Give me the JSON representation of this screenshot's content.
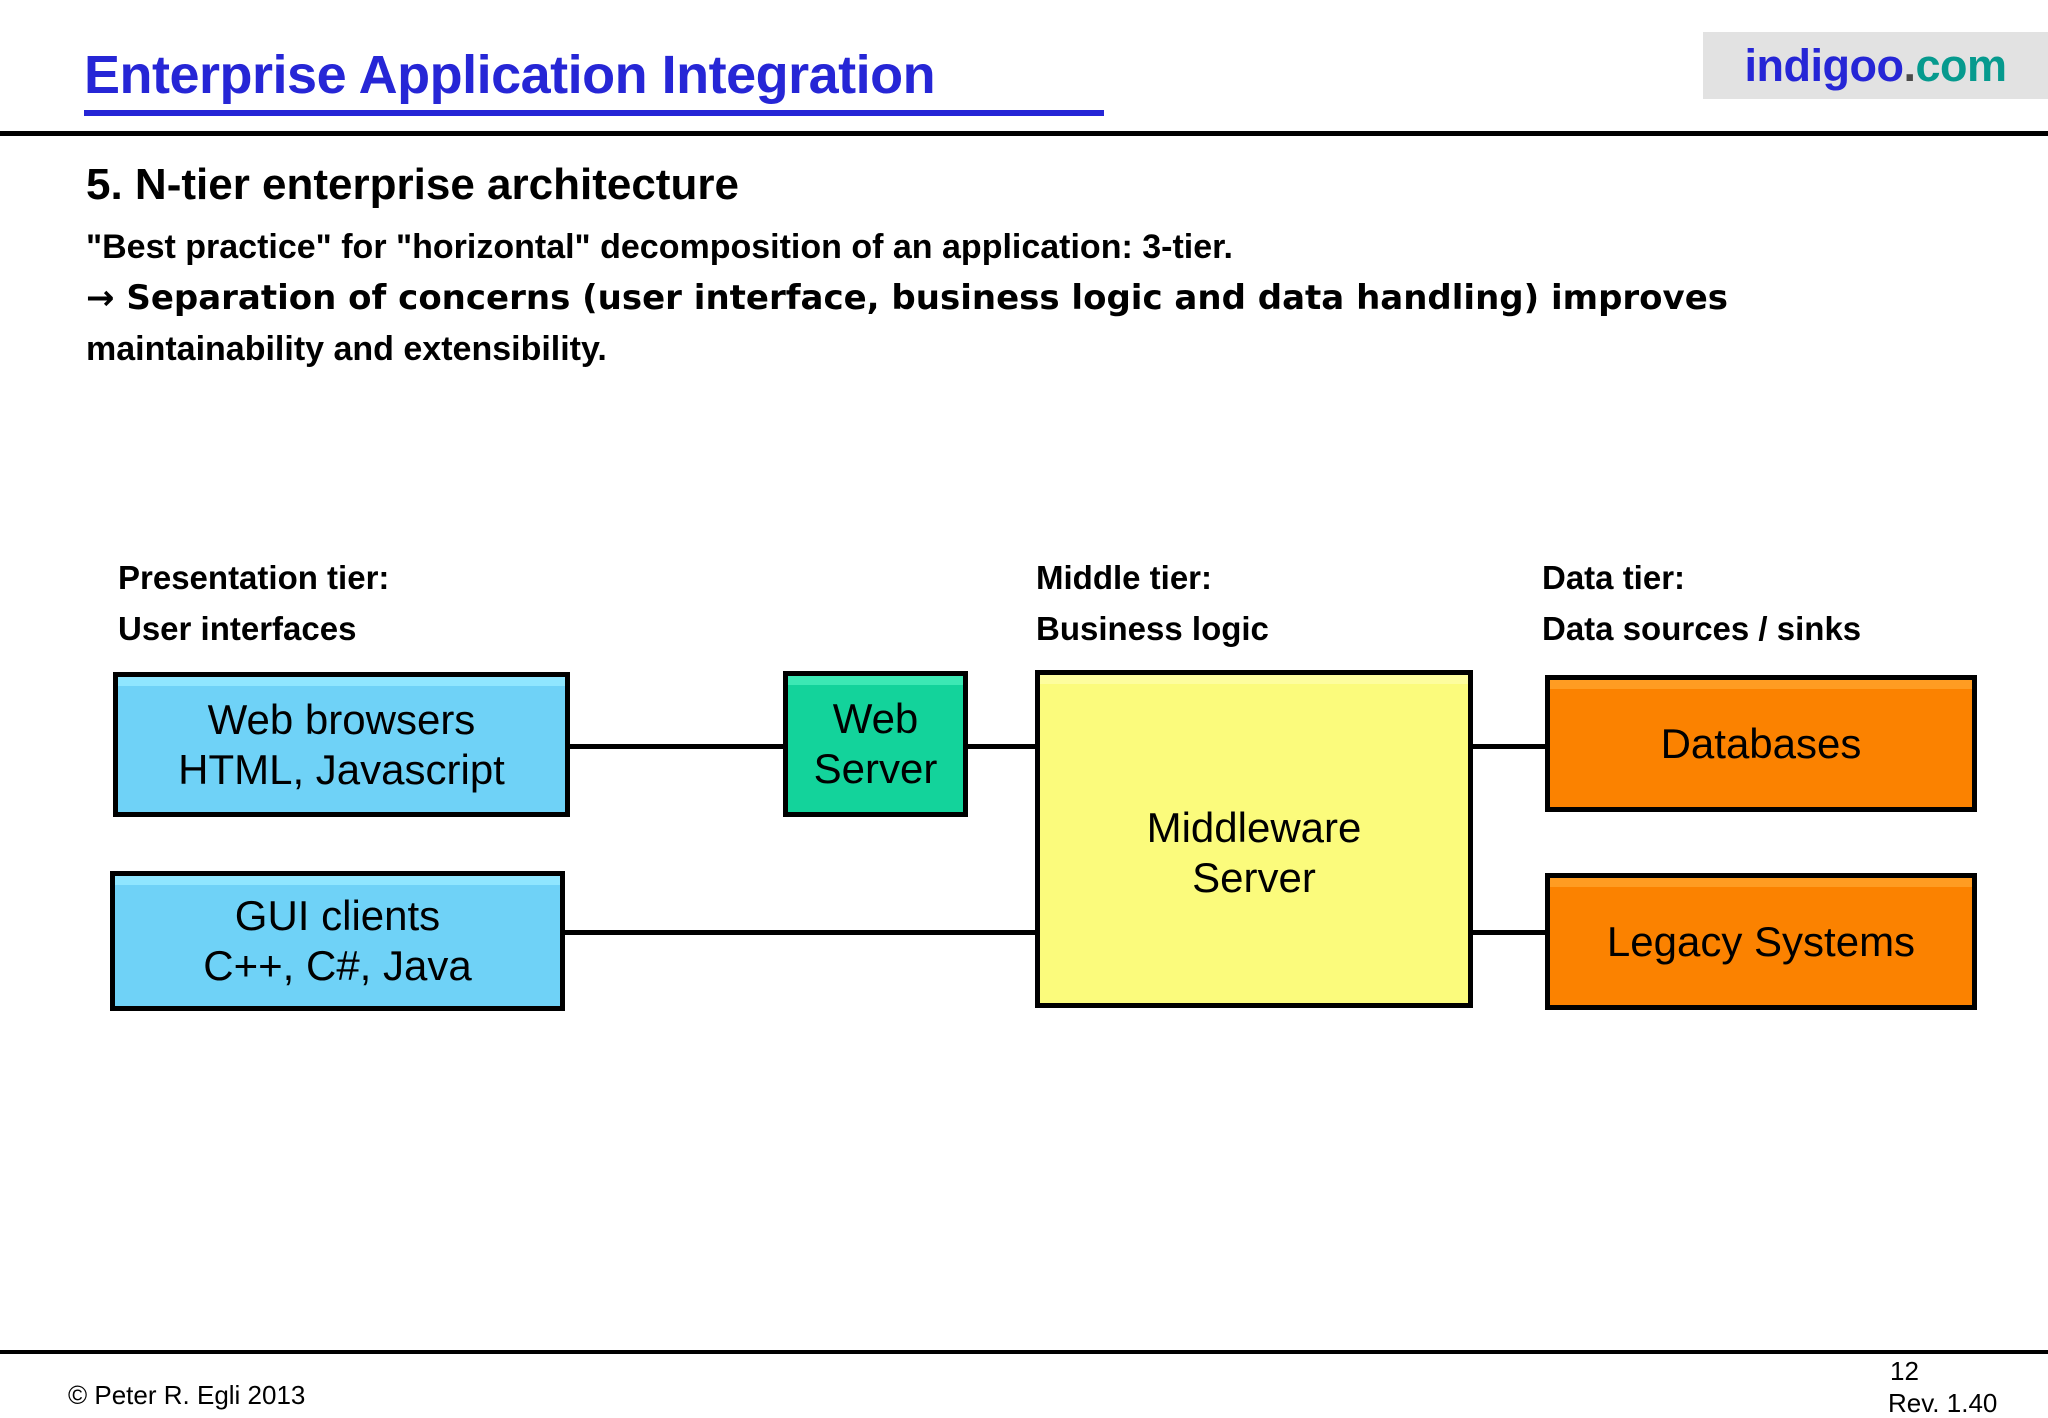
{
  "header": {
    "title": "Enterprise Application Integration",
    "logo": {
      "brand": "indigoo",
      "dot": ".",
      "tld": "com"
    },
    "colors": {
      "title_blue": "#2626d6",
      "logo_blue": "#2626d6",
      "logo_teal": "#069a8e",
      "logo_background": "#e2e2e2"
    }
  },
  "content": {
    "section_heading": "5. N-tier enterprise architecture",
    "paragraph_lines": [
      "\"Best practice\" for \"horizontal\" decomposition of an application: 3-tier.",
      "→ Separation of concerns (user interface, business logic and data handling) improves",
      "maintainability and extensibility."
    ]
  },
  "diagram": {
    "type": "block-diagram",
    "tier_labels": [
      {
        "name": "presentation",
        "line1": "Presentation tier:",
        "line2": "User interfaces"
      },
      {
        "name": "middle",
        "line1": "Middle tier:",
        "line2": "Business logic"
      },
      {
        "name": "data",
        "line1": "Data tier:",
        "line2": "Data sources / sinks"
      }
    ],
    "nodes": [
      {
        "id": "web-browsers",
        "line1": "Web browsers",
        "line2": "HTML, Javascript",
        "color": "#6fd2f7",
        "tier": "presentation"
      },
      {
        "id": "gui-clients",
        "line1": "GUI clients",
        "line2": "C++, C#, Java",
        "color": "#6fd2f7",
        "tier": "presentation"
      },
      {
        "id": "web-server",
        "line1": "Web",
        "line2": "Server",
        "color": "#13d39b",
        "tier": "presentation"
      },
      {
        "id": "middleware",
        "line1": "Middleware",
        "line2": "Server",
        "color": "#fbfb7c",
        "tier": "middle"
      },
      {
        "id": "databases",
        "line1": "Databases",
        "line2": "",
        "color": "#fb8200",
        "tier": "data"
      },
      {
        "id": "legacy",
        "line1": "Legacy Systems",
        "line2": "",
        "color": "#fb8200",
        "tier": "data"
      }
    ],
    "connections": [
      {
        "from": "web-browsers",
        "to": "web-server"
      },
      {
        "from": "web-server",
        "to": "middleware"
      },
      {
        "from": "gui-clients",
        "to": "middleware"
      },
      {
        "from": "middleware",
        "to": "databases"
      },
      {
        "from": "middleware",
        "to": "legacy"
      }
    ]
  },
  "footer": {
    "copyright": "© Peter R. Egli 2013",
    "page_number": "12",
    "revision": "Rev. 1.40"
  }
}
